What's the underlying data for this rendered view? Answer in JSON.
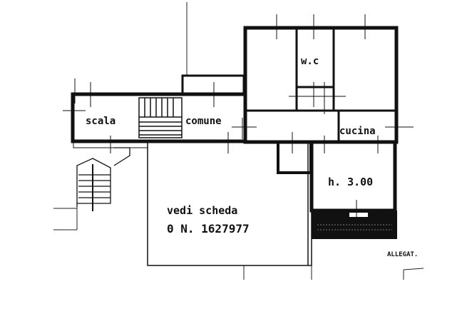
{
  "plan": {
    "rooms": {
      "stairs": "scala",
      "common": "comune",
      "wc": "w.c",
      "kitchen": "cucina",
      "height": "h. 3.00"
    },
    "reference": {
      "line1": "vedi scheda",
      "line2": "0 N. 1627977"
    },
    "margin_note": "ALLEGAT."
  }
}
